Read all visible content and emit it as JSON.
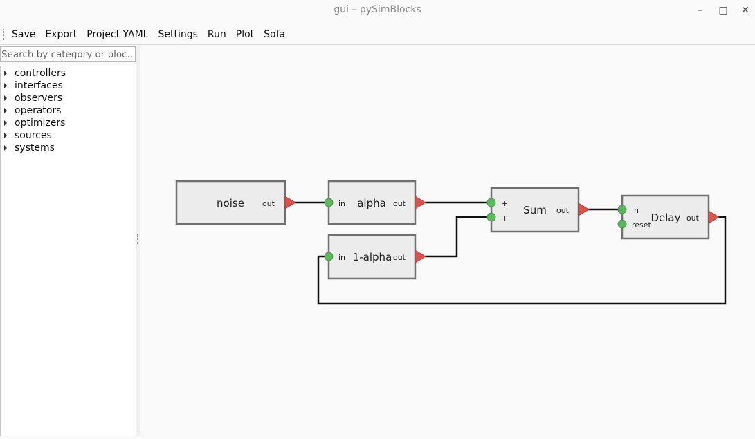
{
  "window": {
    "title": "gui – pySimBlocks",
    "minimize_glyph": "–",
    "maximize_glyph": "□",
    "close_glyph": "✕"
  },
  "menu": {
    "items": [
      "Save",
      "Export",
      "Project YAML",
      "Settings",
      "Run",
      "Plot",
      "Sofa"
    ]
  },
  "search": {
    "placeholder": "Search by category or bloc..."
  },
  "tree": {
    "categories": [
      "controllers",
      "interfaces",
      "observers",
      "operators",
      "optimizers",
      "sources",
      "systems"
    ]
  },
  "diagram": {
    "blocks": {
      "noise": {
        "title": "noise",
        "outputs": [
          "out"
        ]
      },
      "alpha": {
        "title": "alpha",
        "inputs": [
          "in"
        ],
        "outputs": [
          "out"
        ]
      },
      "one_minus_alpha": {
        "title": "1-alpha",
        "inputs": [
          "in"
        ],
        "outputs": [
          "out"
        ]
      },
      "sum": {
        "title": "Sum",
        "inputs": [
          "+",
          "+"
        ],
        "outputs": [
          "out"
        ]
      },
      "delay": {
        "title": "Delay",
        "inputs": [
          "in",
          "reset"
        ],
        "outputs": [
          "out"
        ]
      }
    },
    "colors": {
      "block_fill": "#ececec",
      "block_border": "#707070",
      "input_port": "#5cb85c",
      "output_port": "#d9534f",
      "wire": "#111111"
    }
  }
}
